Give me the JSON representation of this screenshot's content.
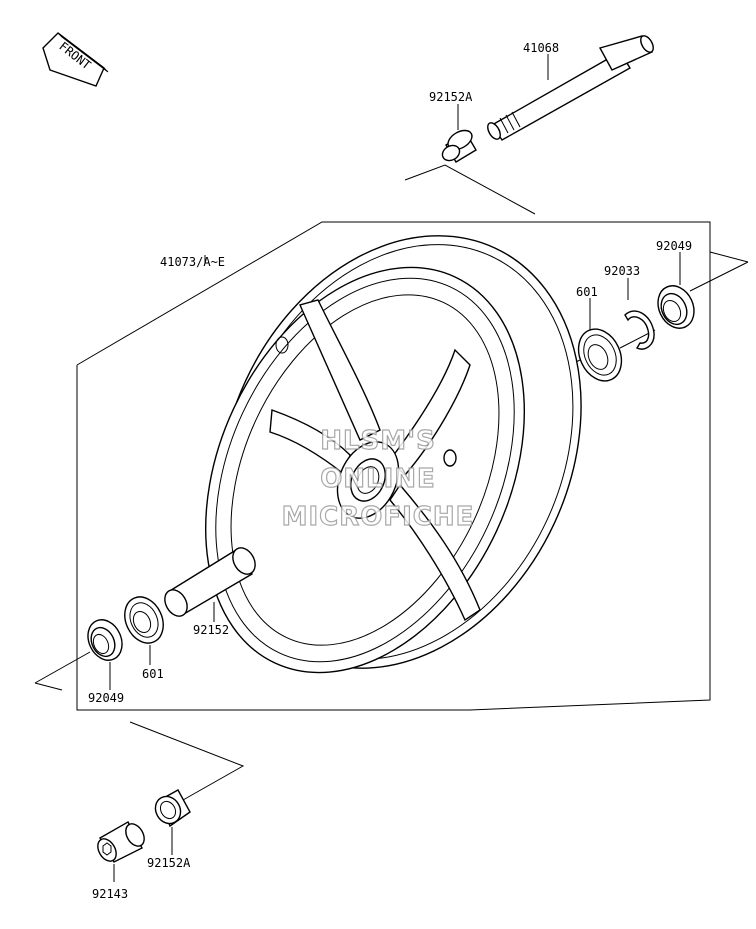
{
  "front_label": "FRONT",
  "parts": {
    "axle": "41068",
    "collar_right": "92152A",
    "wheel": "41073/A~E",
    "seal_right": "92049",
    "circlip": "92033",
    "bearing_right": "601",
    "spacer": "92152",
    "bearing_left": "601",
    "seal_left": "92049",
    "collar_left": "92152A",
    "axle_sleeve": "92143"
  },
  "watermark": {
    "line1": "HLSM'S",
    "line2": "ONLINE",
    "line3": "MICROFICHE"
  }
}
